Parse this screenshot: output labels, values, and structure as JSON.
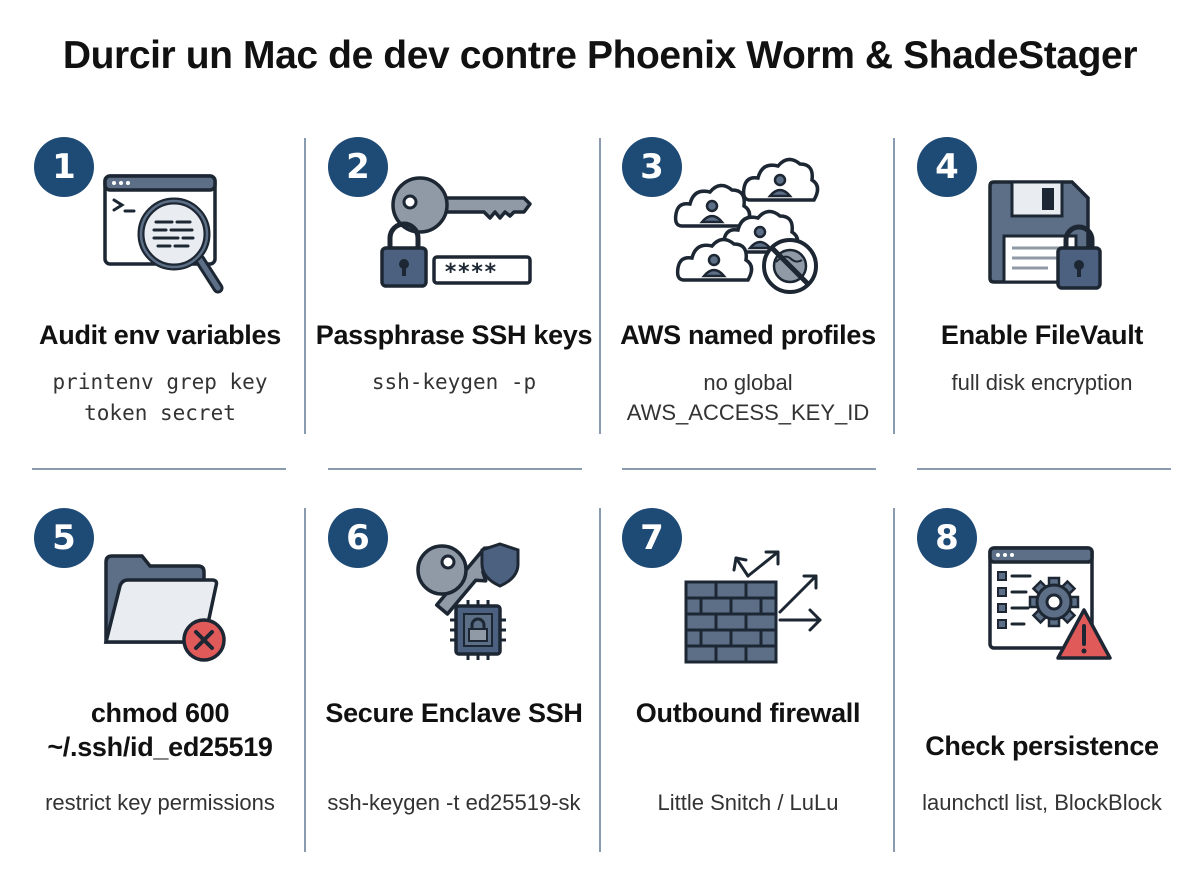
{
  "title": "Durcir un Mac de dev contre Phoenix Worm & ShadeStager",
  "steps": [
    {
      "number": "1",
      "heading": "Audit env variables",
      "sub_line1": "printenv grep key",
      "sub_line2": "token secret"
    },
    {
      "number": "2",
      "heading": "Passphrase SSH keys",
      "sub_line1": "ssh-keygen -p",
      "password_mask": "****"
    },
    {
      "number": "3",
      "heading": "AWS named profiles",
      "sub_line1": "no global",
      "sub_line2": "AWS_ACCESS_KEY_ID"
    },
    {
      "number": "4",
      "heading": "Enable FileVault",
      "sub_line1": "full disk encryption"
    },
    {
      "number": "5",
      "heading_line1": "chmod 600",
      "heading_line2": "~/.ssh/id_ed25519",
      "sub_line1": "restrict key permissions"
    },
    {
      "number": "6",
      "heading": "Secure Enclave SSH",
      "sub_line1": "ssh-keygen -t ed25519-sk"
    },
    {
      "number": "7",
      "heading": "Outbound firewall",
      "sub_line1": "Little Snitch / LuLu"
    },
    {
      "number": "8",
      "heading": "Check persistence",
      "sub_line1": "launchctl list, BlockBlock"
    }
  ],
  "colors": {
    "badge": "#1e4a76",
    "icon_fill": "#5c6f87",
    "icon_light": "#e9edf2",
    "icon_stroke": "#1d2733",
    "alert": "#e05a5a"
  }
}
